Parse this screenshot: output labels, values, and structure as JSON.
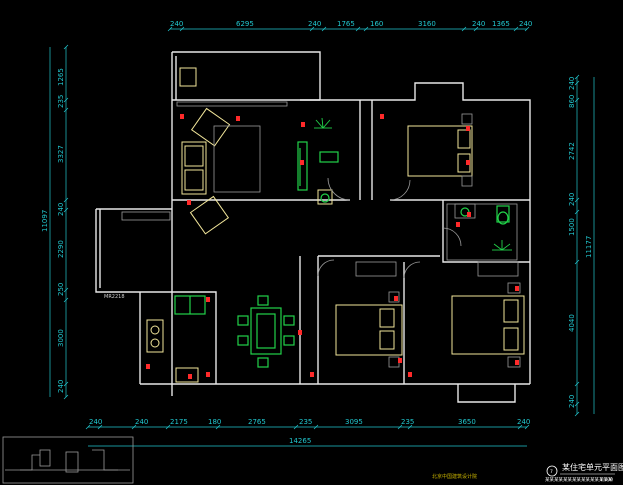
{
  "dims_top": [
    "240",
    "6295",
    "240",
    "1765",
    "160",
    "3160",
    "240",
    "1365",
    "240"
  ],
  "dims_bottom": [
    "240",
    "240",
    "2175",
    "180",
    "2765",
    "235",
    "3095",
    "235",
    "3650",
    "240"
  ],
  "dim_total_bottom": "14265",
  "dims_left": [
    "1265",
    "235",
    "3327",
    "240",
    "2290",
    "250",
    "3000",
    "240"
  ],
  "dim_total_left": "11097",
  "dims_right": [
    "240",
    "860",
    "2742",
    "240",
    "1500",
    "4040",
    "240"
  ],
  "dim_total_right": "11177",
  "window_tag": "MR2218",
  "plan_caption": "北京中国建筑设计院",
  "title_block": {
    "number": "7",
    "title": "某住宅单元平面图",
    "subtitle": "某某某某某某某某某某某某某某某",
    "scale": "1:100"
  }
}
